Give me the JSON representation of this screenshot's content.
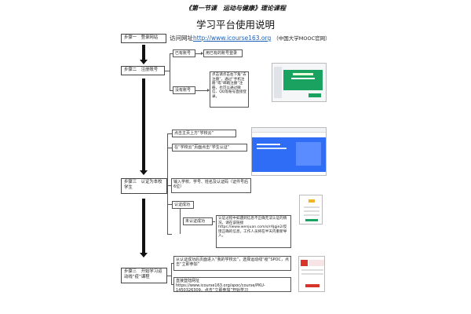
{
  "header": {
    "top_title": "《第一节课　运动与健康》理论课程",
    "main_title": "学习平台使用说明"
  },
  "step1": {
    "label": "步骤一　登录网站",
    "visit_prefix": "访问网址",
    "url": "http://www.icourse163.org",
    "suffix": "（中国大学MOOC官网）"
  },
  "step2": {
    "label": "步骤二　注册账号",
    "has_account": "已有账号",
    "has_account_action": "用已有的账号登录",
    "no_account": "没有账号",
    "no_account_action": "点击请点击右下角“去注册”，通过“手机注册”或“邮箱注册”注册，也可以通过微信、QQ等账号直接登录。"
  },
  "step3": {
    "label": "步骤三　认证为本校学生",
    "items": [
      "点击主页上方“学校云”",
      "在“学校云”页面点击“学生认证”",
      "输入学校、学号、姓名及认证码（证件号后6位）",
      "认证成功"
    ],
    "fail_label": "未认证成功",
    "fail_desc": "认证过程中如遇到信息不正确无法认证的情况，请在该链接https://www.wenjuan.com/s/rAJgje2/反馈正确的信息，工作人员将在半天内重新导入。"
  },
  "step4": {
    "label": "步骤三　开始学习运动线“疫”课程",
    "items": [
      "从认证成功后页面进入“我的学校云”，选择运动线“疫”SPOC，点击“立即参加”",
      "直接登陆网址 https://www.icourse163.org/spoc/course/PKU-1450326309，点击“立即参加”开始学习"
    ]
  },
  "colors": {
    "screenshot_green": "#1aa260",
    "screenshot_blue": "#2f6df6",
    "screenshot_red": "#d9342b"
  }
}
